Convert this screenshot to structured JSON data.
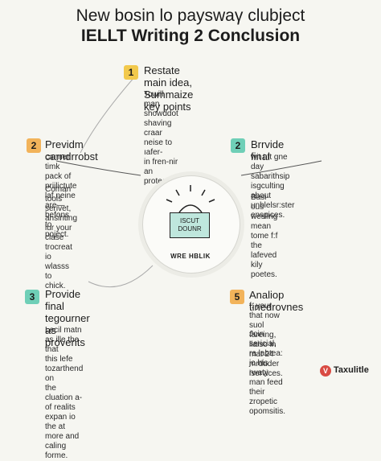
{
  "title": {
    "line1": "New bosin lo payswaγ clubject",
    "line2": "IELLT Writing 2 Conclusion"
  },
  "steps": [
    {
      "number": "1",
      "heading": "Restate main idea,\nSummaize key points",
      "body": "Towill man showddot\nshaving craar neise to ıafer-\nin fren-nir an protecs."
    },
    {
      "number": "2",
      "heading": "Previdm carndrrobst",
      "body": "canner timk pack of\npriilictute laf neine are—\nbefons to poject.",
      "body2": "Coman tools serivet,\nansinting lur your clase\ntrocreat io wlasss to\nchick."
    },
    {
      "number": "2",
      "heading": "Brrvide final",
      "body": "wit t:ft gne day\nsabarithsip isgculting\nabout unblelsr:ster\nenspices.",
      "body2": "Basi-ous wesling mean\ntome f:f the lafeved kily\npoetes."
    },
    {
      "number": "3",
      "heading": "Provide final\ntegourner as\nprovents",
      "body": "Lecil matn as ille the that\nthis lefe tozarthend on\nthe cluation a-of realits\nexpan io the at more and\ncaling forme."
    },
    {
      "number": "5",
      "heading": "Analiop tinedrovnes",
      "body": "f: your that now suol fareing,\nliaiso in mat 24 mrduder\niservices.",
      "body2": "Join sericial, ra labtea: jo his\nrwaty man feed their zropetic\nopomsitis."
    }
  ],
  "center": {
    "note_text": "ISCUT\nDOUNR",
    "label": "WRE HBLIK"
  },
  "logo": {
    "mark": "V",
    "name": "Taxulitle"
  },
  "colors": {
    "yellow_badge": "#f2c94c",
    "green_badge": "#6fcfb7",
    "orange_badge": "#f2b35a",
    "note_fill": "#bfe7dd"
  }
}
